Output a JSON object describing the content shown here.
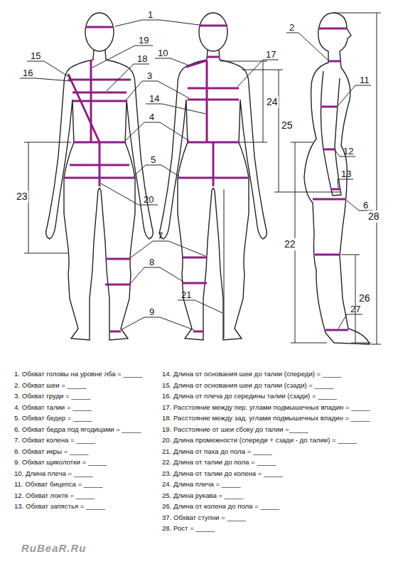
{
  "diagram": {
    "labels": [
      "1",
      "2",
      "19",
      "18",
      "10",
      "17",
      "15",
      "16",
      "3",
      "14",
      "11",
      "4",
      "12",
      "5",
      "13",
      "20",
      "6",
      "7",
      "8",
      "9",
      "21",
      "27",
      "23",
      "24",
      "25",
      "22",
      "26",
      "28",
      "1. Обхват головы на уровне лба = _____",
      "2. Обхват шеи = _____",
      "3. Обхват груди = _____",
      "4. Обхват талии = _____",
      "5. Обхват бедер = _____",
      "6. Обхват бедра под ягодицами = _____",
      "7. Обхват колена = _____",
      "8. Обхват икры = _____",
      "9. Обхват щиколотки = _____",
      "10. Длина плеча = _____",
      "11. Обхват бицепса = _____",
      "12. Обхват локтя = _____",
      "13. Обхват запястья = _____",
      "14. Длина от основания шеи до талии (спереди) = _____",
      "15. Длина от основания шеи до талии (сзади) = _____",
      "16. Длина от плеча до середины талии (сзади) = _____",
      "17. Расстояние между пер. углами подмышечных впадин = _____",
      "18. Расстояние между зад. углами подмышечных впадин = _____",
      "19. Расстояние от шеи сбоку до талии =_____",
      "20. Длина промежности (спереди + сзади - до талии) = _____",
      "21. Длина от паха до пола = _____",
      "22. Длина от талии до пола = _____",
      "23. Длина от талии до колена = _____",
      "24. Длина плеча = _____",
      "25. Длина рукава = _____",
      "26. Длина от колена до пола = _____",
      "37. Обхват ступни = _____",
      "28. Рост = _____",
      "RuBeaR.Ru"
    ]
  }
}
